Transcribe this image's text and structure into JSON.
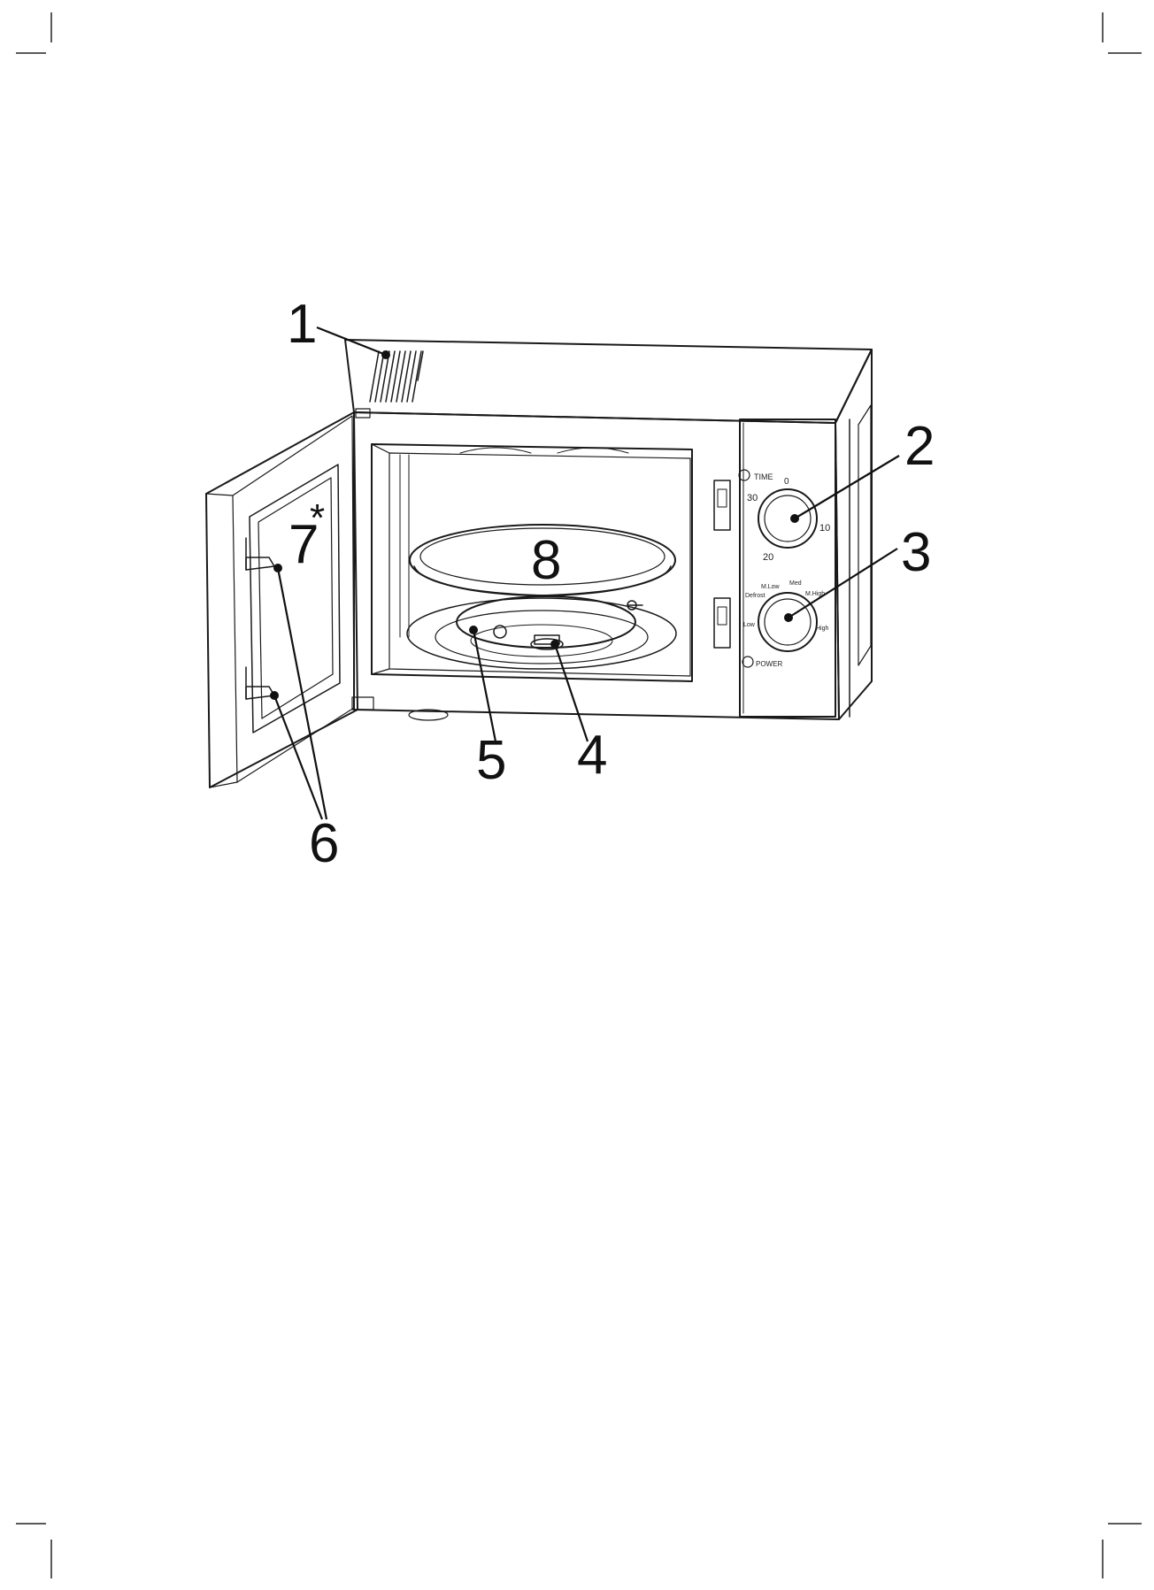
{
  "callouts": {
    "c1": "1",
    "c2": "2",
    "c3": "3",
    "c4": "4",
    "c5": "5",
    "c6": "6",
    "c7": "7",
    "c7_mark": "*",
    "c8": "8"
  },
  "timer_dial": {
    "label": "TIME",
    "marks": [
      "0",
      "30",
      "10",
      "20"
    ]
  },
  "power_dial": {
    "footer": "POWER",
    "levels": [
      "Defrost",
      "M.Low",
      "Med",
      "M.High",
      "Low",
      "High"
    ]
  }
}
